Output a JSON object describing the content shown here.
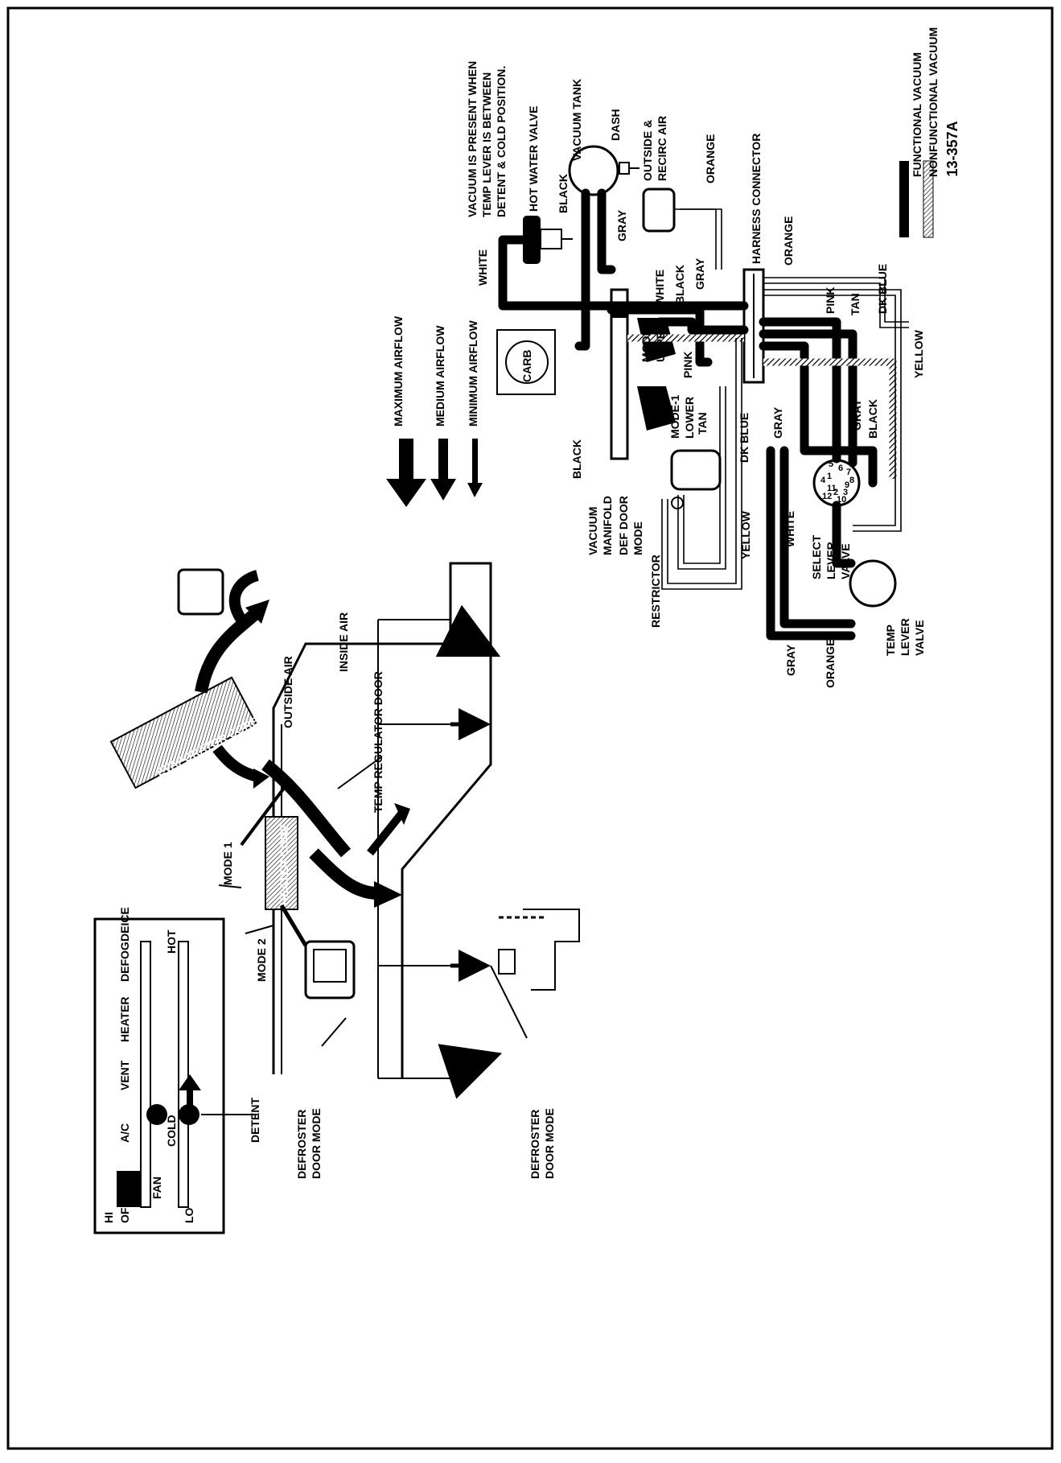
{
  "figure_id": "13-357A",
  "legend": {
    "functional": "FUNCTIONAL VACUUM",
    "nonfunctional": "NONFUNCTIONAL VACUUM"
  },
  "airflow_legend": {
    "maximum": "MAXIMUM AIRFLOW",
    "medium": "MEDIUM AIRFLOW",
    "minimum": "MINIMUM AIRFLOW"
  },
  "note": {
    "line1": "VACUUM IS PRESENT WHEN",
    "line2": "TEMP LEVER IS BETWEEN",
    "line3": "DETENT & COLD POSITION."
  },
  "components": {
    "water_valve": "HOT WATER VALVE",
    "vacuum_tank": "VACUUM TANK",
    "dash": "DASH",
    "outside_recirc_1": "OUTSIDE &",
    "outside_recirc_2": "RECIRC AIR",
    "harness_connector": "HARNESS CONNECTOR",
    "carb": "CARB",
    "mode2_1": "MODE 2",
    "mode2_2": "UPPER",
    "mode1_1": "MODE-1",
    "mode1_2": "LOWER",
    "vacuum_manifold_1": "VACUUM",
    "vacuum_manifold_2": "MANIFOLD",
    "def_door_1": "DEF DOOR",
    "def_door_2": "MODE",
    "restrictor": "RESTRICTOR",
    "select_1": "SELECT",
    "select_2": "LEVER",
    "select_3": "VALVE",
    "temp_1": "TEMP",
    "temp_2": "LEVER",
    "temp_3": "VALVE"
  },
  "hose_colors": {
    "white": "WHITE",
    "black": "BLACK",
    "gray": "GRAY",
    "orange": "ORANGE",
    "pink": "PINK",
    "tan": "TAN",
    "dk_blue": "DK BLUE",
    "yellow": "YELLOW"
  },
  "port_numbers": [
    "1",
    "2",
    "3",
    "4",
    "5",
    "6",
    "7",
    "8",
    "9",
    "10",
    "11",
    "12"
  ],
  "airflow_diagram": {
    "evaporator_core": "EVAPORATOR CORE",
    "heater_core": "HEATER CORE",
    "outside_air": "OUTSIDE AIR",
    "inside_air": "INSIDE AIR",
    "temp_regulator_door": "TEMP REGULATOR DOOR",
    "mode1": "MODE 1",
    "mode2": "MODE 2",
    "defroster_1": "DEFROSTER",
    "defroster_2": "DOOR MODE"
  },
  "control_panel": {
    "modes": [
      "OFF",
      "A/C",
      "VENT",
      "HEATER",
      "DEFOG",
      "DEICE"
    ],
    "fan_label": "FAN",
    "hi": "HI",
    "lo": "LO",
    "cold": "COLD",
    "hot": "HOT",
    "detent": "DETENT"
  },
  "colors": {
    "ink": "#000000",
    "paper": "#ffffff"
  }
}
